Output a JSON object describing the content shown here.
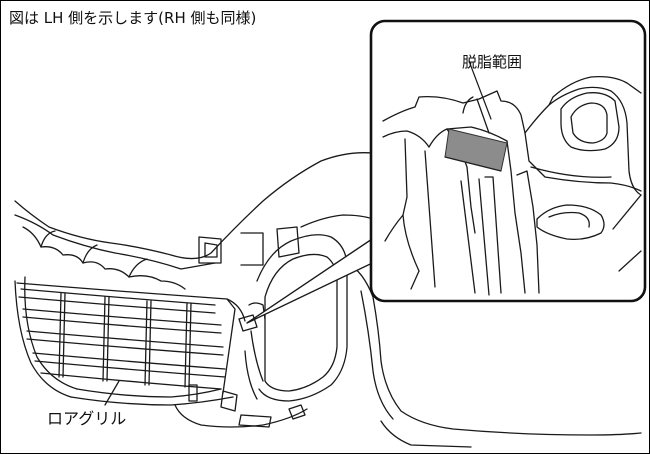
{
  "diagram": {
    "note": "図は LH 側を示します(RH 側も同様)",
    "callout_label": "脱脂範囲",
    "part_label": "ロアグリル"
  },
  "colors": {
    "line": "#1a1a1a",
    "highlight": "#8c8c8c",
    "background": "#ffffff"
  }
}
